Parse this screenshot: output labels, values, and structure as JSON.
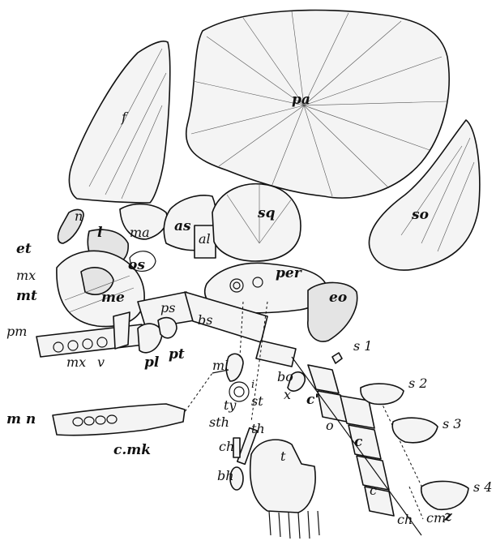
{
  "figure": {
    "labels": {
      "pa": "pa",
      "so": "so",
      "f": "f",
      "n": "n",
      "l": "l",
      "ma": "ma",
      "as": "as",
      "al": "al",
      "sq": "sq",
      "per": "per",
      "et": "et",
      "mx_upper": "mx",
      "mt": "mt",
      "os": "os",
      "me": "me",
      "ps": "ps",
      "bs": "bs",
      "eo": "eo",
      "pm": "pm",
      "mx_lower": "mx",
      "v": "v",
      "pl": "pl",
      "pt": "pt",
      "bo": "bo",
      "s1": "s 1",
      "s2": "s 2",
      "s3": "s 3",
      "s4": "s 4",
      "ml": "ml",
      "i": "i",
      "st": "st",
      "ty": "ty",
      "x": "x",
      "c_prime": "c'",
      "o": "o",
      "mn": "m n",
      "cmk": "c.mk",
      "sth": "sth",
      "th": "th",
      "ch_left": "ch",
      "bh": "bh",
      "t": "t",
      "c_mid": "c",
      "c_low": "c",
      "ch_right": "ch",
      "cm": "cm",
      "z": "z"
    }
  }
}
